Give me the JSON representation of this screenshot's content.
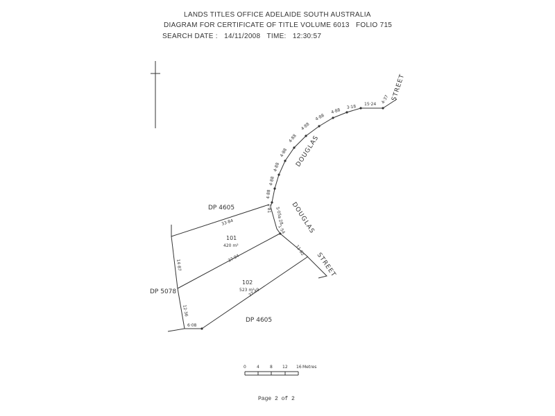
{
  "header": {
    "line1": "LANDS TITLES OFFICE  ADELAIDE  SOUTH AUSTRALIA",
    "line2_prefix": "DIAGRAM FOR CERTIFICATE OF TITLE VOLUME",
    "volume": "6013",
    "folio_label": "FOLIO",
    "folio": "715",
    "search_date_label": "SEARCH DATE :",
    "search_date": "14/11/2008",
    "time_label": "TIME:",
    "time": "12:30:57"
  },
  "streets": {
    "street_top": "STREET",
    "douglas_curve": "DOUGLAS",
    "douglas_lower": "DOUGLAS",
    "street_lower": "STREET"
  },
  "deposited_plans": {
    "dp_north": "DP 4605",
    "dp_west": "DP 5078",
    "dp_south": "DP 4605"
  },
  "allotments": [
    {
      "number": "101",
      "area": "420 m²"
    },
    {
      "number": "102",
      "area": "523 m²"
    }
  ],
  "dimensions": {
    "curve_chords": [
      "4·37",
      "15·24",
      "3·18",
      "4·88",
      "4·88",
      "4·88",
      "4·88",
      "4·88",
      "4·88",
      "4·88",
      "4·88",
      "1·81"
    ],
    "boundary_north_101": "33·84",
    "douglas_frontage_a": "5·05",
    "douglas_frontage_b": "4·28",
    "douglas_frontage_c": "1·54",
    "street_frontage_102": "11·82",
    "boundary_101_102": "37·94",
    "boundary_south_102": "37·49",
    "west_101": "14·87",
    "west_102": "12·36",
    "south_short": "6·08"
  },
  "scale_bar": {
    "ticks": [
      "0",
      "4",
      "8",
      "12",
      "16"
    ],
    "unit": "Metres"
  },
  "footer": {
    "page_text": "Page 2 of 2"
  }
}
